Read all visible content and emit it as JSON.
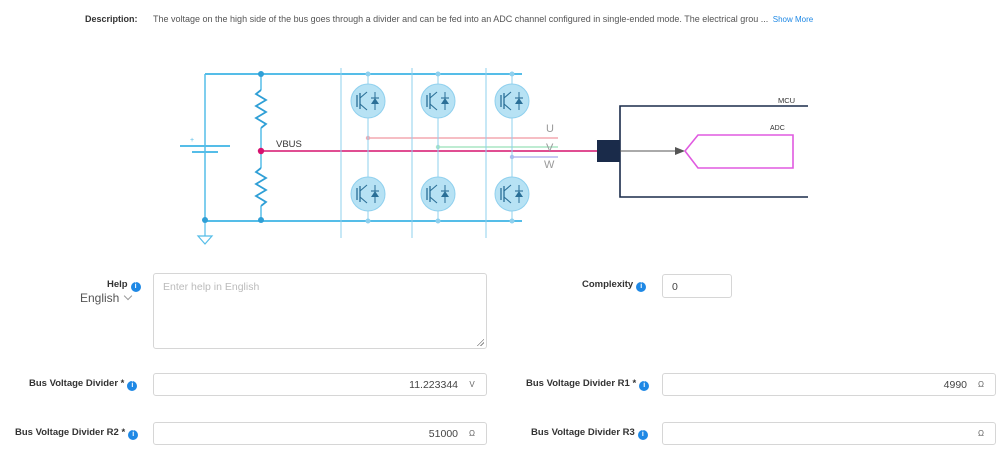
{
  "description": {
    "label": "Description:",
    "text": "The voltage on the high side of the bus goes through a divider and can be fed into an ADC channel configured in single-ended mode. The electrical grou ...",
    "show_more": "Show More"
  },
  "schematic": {
    "vbus_label": "VBUS",
    "phase_u": "U",
    "phase_v": "V",
    "phase_w": "W",
    "mcu_label": "MCU",
    "adc_label": "ADC",
    "colors": {
      "bus": "#55bde8",
      "vbus": "#d6136f",
      "phase_u": "#f4a9b0",
      "phase_v": "#a8e6c4",
      "phase_w": "#b3b7f0",
      "mcu": "#1a2b4a",
      "adc": "#e05ae0"
    }
  },
  "form": {
    "help_label": "Help",
    "help_lang": "English",
    "help_placeholder": "Enter help in English",
    "complexity_label": "Complexity",
    "complexity_value": "0",
    "divider_label": "Bus Voltage Divider *",
    "divider_value": "11.223344",
    "divider_unit": "V",
    "r1_label": "Bus Voltage Divider R1 *",
    "r1_value": "4990",
    "r1_unit": "Ω",
    "r2_label": "Bus Voltage Divider R2 *",
    "r2_value": "51000",
    "r2_unit": "Ω",
    "r3_label": "Bus Voltage Divider R3",
    "r3_value": "",
    "r3_unit": "Ω"
  }
}
